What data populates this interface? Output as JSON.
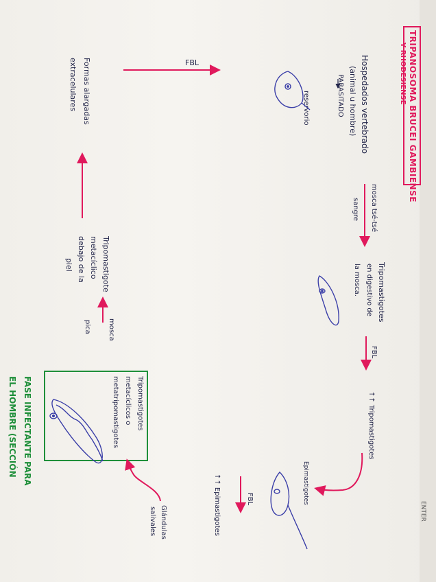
{
  "title": {
    "line1": "TRIPANOSOMA BRUCEI GAMBIENSE",
    "line2": "Y RHODESIENSE"
  },
  "host": {
    "line1": "Hospedados vertebrado",
    "line2": "(animal u hombre)",
    "line3": "PARASITADO",
    "reservoir": "reservorio"
  },
  "fbl_top": "FBL",
  "fly_bite": {
    "line1": "mosca tsé-tsé",
    "line2": "sangre"
  },
  "digestive": {
    "line1": "Tripomastigotes",
    "line2": "en digestivo de",
    "line3": "la mosca."
  },
  "fbl_mid": "FBL",
  "trypo_increase": "↑↑ Tripomastigotes",
  "epimastigotes_label": "Epimastigotes",
  "fbl_lower": "FBL",
  "epi_increase": "↑↑ Epimastigotes",
  "salivary": {
    "line1": "Glándulas",
    "line2": "salivales"
  },
  "metacyclic": {
    "line1": "Tripomastigotes",
    "line2": "metacíclicos o",
    "line3": "metatripomastigotes"
  },
  "fly_sting": {
    "line1": "mosca",
    "line2": "pica"
  },
  "under_skin": {
    "line1": "Tripomastigote",
    "line2": "metacíclico",
    "line3": "debajo de la",
    "line4": "piel"
  },
  "elongated": {
    "line1": "Formas alargadas",
    "line2": "extracelulares"
  },
  "phase": {
    "line1": "FASE INFECTANTE PARA",
    "line2": "EL HOMBRE (SECCIÓN"
  },
  "margin_text": "ENTER",
  "colors": {
    "pink": "#e0195c",
    "green": "#1f8f3a",
    "ink": "#23264a",
    "blue_ink": "#3b3fa8"
  }
}
